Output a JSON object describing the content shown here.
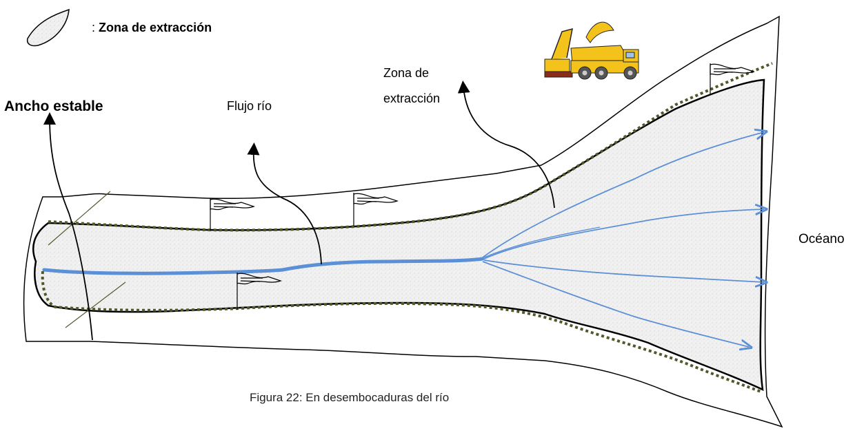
{
  "legend": {
    "separator": ":",
    "label": "Zona de extracción"
  },
  "labels": {
    "ancho_estable": "Ancho estable",
    "flujo_rio": "Flujo río",
    "zona_line1": "Zona de",
    "zona_line2": "extracción",
    "oceano": "Océano"
  },
  "caption": "Figura 22: En desembocaduras del río",
  "colors": {
    "river": "#5b8fd6",
    "stable_width_dotted": "#4f5a2a",
    "truck_body": "#f3c21b",
    "extraction_zone_fill": "#efefef"
  },
  "icons": [
    "extraction-zone-legend-icon",
    "excavator-truck-icon",
    "flag-icon"
  ]
}
